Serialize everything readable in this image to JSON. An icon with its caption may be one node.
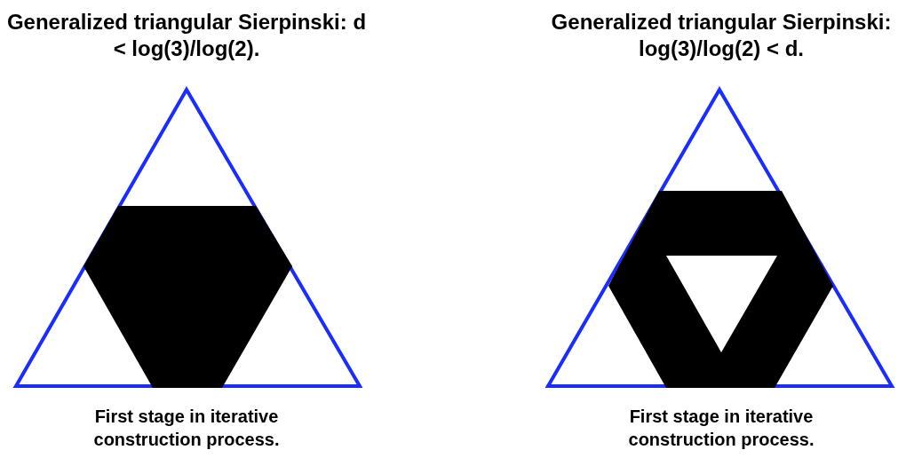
{
  "diagram": {
    "labels": [
      "Generalized triangular Sierpinski: d < log(3)/log(2).",
      "Generalized triangular Sierpinski:   log(3)/log(2) < d.",
      "First stage in iterative construction process.",
      "First stage in iterative construction process."
    ]
  }
}
